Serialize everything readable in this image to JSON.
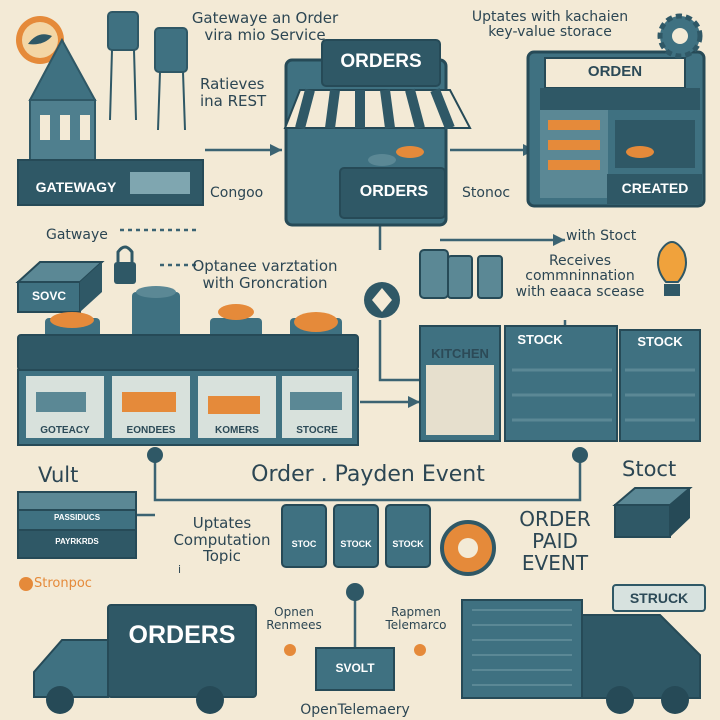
{
  "colors": {
    "background": "#f3ead6",
    "teal_dark": "#2f5866",
    "teal": "#3f7181",
    "teal_light": "#7fa6b0",
    "orange": "#e58a3a",
    "line": "#3b6372"
  },
  "labels": {
    "top_center": "Gatewaye an Order\nvira mio Service",
    "top_right": "Uptates with kachaien\nkey-value storace",
    "retrieves": "Ratieves\nina REST",
    "congoo": "Congoo",
    "stonec": "Stonoc",
    "gateway_left": "Gatwaye",
    "with_stoct": "with Stoct",
    "optanee": "Optanee varztation\nwith Groncration",
    "receives": "Receives\ncommninnation\nwith eaaca scease",
    "order_event": "Order . Payden Event",
    "vult": "Vult",
    "stoct_right": "Stoct",
    "uptates_comp": "Uptates\nComputation\nTopic",
    "order_paid": "ORDER\nPAID\nEVENT",
    "stronpoc": "Stronpoc",
    "open_remmes": "Opnen\nRenmees",
    "rapmen": "Rapmen\nTelemarco",
    "open_telemetry": "OpenTelemaery",
    "tick_i": "i"
  },
  "plates": {
    "gateway_building": "GATEWAGY",
    "orders_sign": "ORDERS",
    "orders_counter": "ORDERS",
    "orden_sign": "ORDEN",
    "created": "CREATED",
    "sovc_box": "SOVC",
    "kitchen": "KITCHEN",
    "stock_1": "STOCK",
    "stock_2": "STOCK",
    "bin_gateacy": "GOTEACY",
    "bin_eondees": "EONDEES",
    "bin_komers": "KOMERS",
    "bin_stocre": "STOCRE",
    "topic_stoc_1": "STOC",
    "topic_stock_2": "STOCK",
    "topic_stock_3": "STOCK",
    "vault_line_1": "PASSIDUCS",
    "vault_line_2": "PAYRKRDS",
    "struck_tag": "STRUCK",
    "truck_orders": "ORDERS",
    "svolt": "SVOLT"
  },
  "icons": [
    "toucan-logo-icon",
    "gear-icon",
    "light-bulb-icon",
    "diamond-node-icon",
    "padlock-icon",
    "water-tower-icon",
    "location-pin-icon"
  ]
}
